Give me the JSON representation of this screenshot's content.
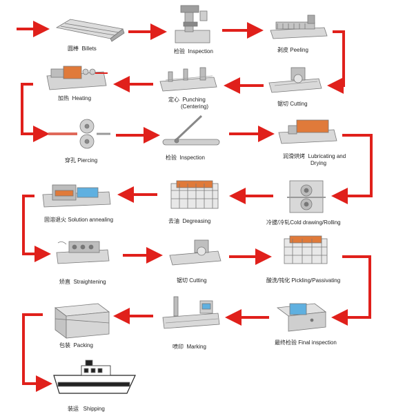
{
  "steps": [
    {
      "id": "billets",
      "cn": "圆棒",
      "en": "Billets"
    },
    {
      "id": "inspection-1",
      "cn": "检验",
      "en": "Inspection"
    },
    {
      "id": "peeling",
      "cn": "剥皮",
      "en": "Peeling"
    },
    {
      "id": "heating",
      "cn": "加热",
      "en": "Heating"
    },
    {
      "id": "punching",
      "cn": "定心",
      "en": "Punching",
      "en2": "(Centering)"
    },
    {
      "id": "cutting-1",
      "cn": "锯切",
      "en": "Cutting"
    },
    {
      "id": "piercing",
      "cn": "穿孔",
      "en": "Piercing"
    },
    {
      "id": "inspection-2",
      "cn": "检验",
      "en": "Inspection"
    },
    {
      "id": "lubricating",
      "cn": "润滑烘烤",
      "en": "Lubricating and",
      "en2": "Drying"
    },
    {
      "id": "annealing",
      "cn": "固溶退火",
      "en": "Solution annealing"
    },
    {
      "id": "degreasing",
      "cn": "去油",
      "en": "Degreasing"
    },
    {
      "id": "cold-drawing",
      "cn": "冷拔/冷轧",
      "en": "Cold drawing/Rolling"
    },
    {
      "id": "straightening",
      "cn": "矫直",
      "en": "Straightening"
    },
    {
      "id": "cutting-2",
      "cn": "锯切",
      "en": "Cutting"
    },
    {
      "id": "pickling",
      "cn": "酸洗/钝化",
      "en": "Pickling/Passivating"
    },
    {
      "id": "packing",
      "cn": "包装",
      "en": "Packing"
    },
    {
      "id": "marking",
      "cn": "喷印",
      "en": "Marking"
    },
    {
      "id": "final-inspection",
      "cn": "最终检验",
      "en": "Final inspection"
    },
    {
      "id": "shipping",
      "cn": "装运",
      "en": "Shipping"
    }
  ],
  "colors": {
    "arrow": "#e0201b",
    "machine": "#d9d9d9",
    "machine_dark": "#8a8a8a",
    "heat": "#e07a3a"
  }
}
